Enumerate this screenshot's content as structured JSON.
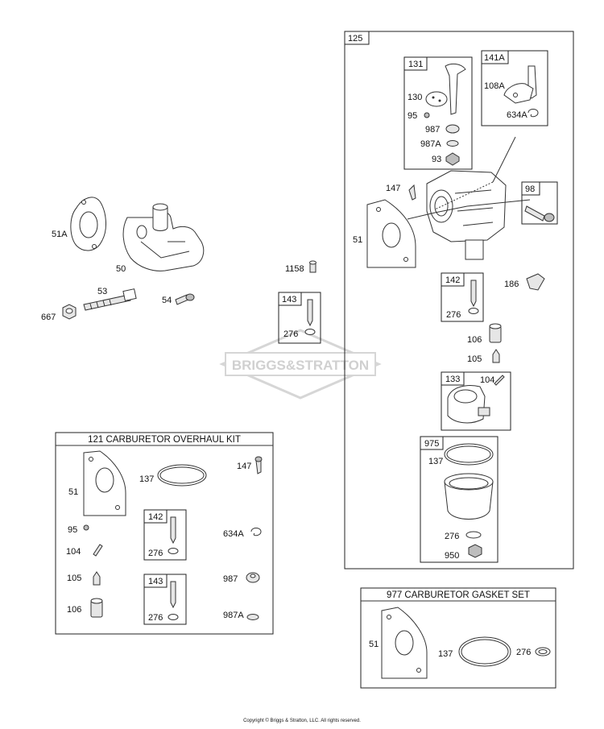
{
  "watermark": "BRIGGS&STRATTON",
  "copyright": "Copyright © Briggs & Stratton, LLC. All rights reserved.",
  "colors": {
    "line": "#333333",
    "watermark": "#d0d0d0",
    "part_fill": "#e6e6e6"
  },
  "main_parts": {
    "p51A": "51A",
    "p50": "50",
    "p53": "53",
    "p54": "54",
    "p667": "667",
    "p1158": "1158",
    "p143": "143",
    "p276": "276"
  },
  "assembly_125": {
    "title": "125",
    "group_131": {
      "title": "131",
      "p130": "130",
      "p95": "95",
      "p987": "987",
      "p987A": "987A",
      "p93": "93"
    },
    "group_141A": {
      "title": "141A",
      "p108A": "108A",
      "p634A": "634A"
    },
    "p147": "147",
    "group_98": {
      "title": "98"
    },
    "p51": "51",
    "group_142": {
      "title": "142",
      "p276": "276"
    },
    "p186": "186",
    "p106": "106",
    "p105": "105",
    "group_133": {
      "title": "133",
      "p104": "104"
    },
    "group_975": {
      "title": "975",
      "p137": "137",
      "p276": "276",
      "p950": "950"
    }
  },
  "kit_121": {
    "title": "121 CARBURETOR OVERHAUL KIT",
    "p51": "51",
    "p137": "137",
    "p147": "147",
    "group_142": {
      "title": "142",
      "p276": "276"
    },
    "p634A": "634A",
    "p95": "95",
    "p104": "104",
    "p105": "105",
    "group_143": {
      "title": "143",
      "p276": "276"
    },
    "p987": "987",
    "p106": "106",
    "p987A": "987A"
  },
  "kit_977": {
    "title": "977 CARBURETOR GASKET SET",
    "p51": "51",
    "p137": "137",
    "p276": "276"
  }
}
